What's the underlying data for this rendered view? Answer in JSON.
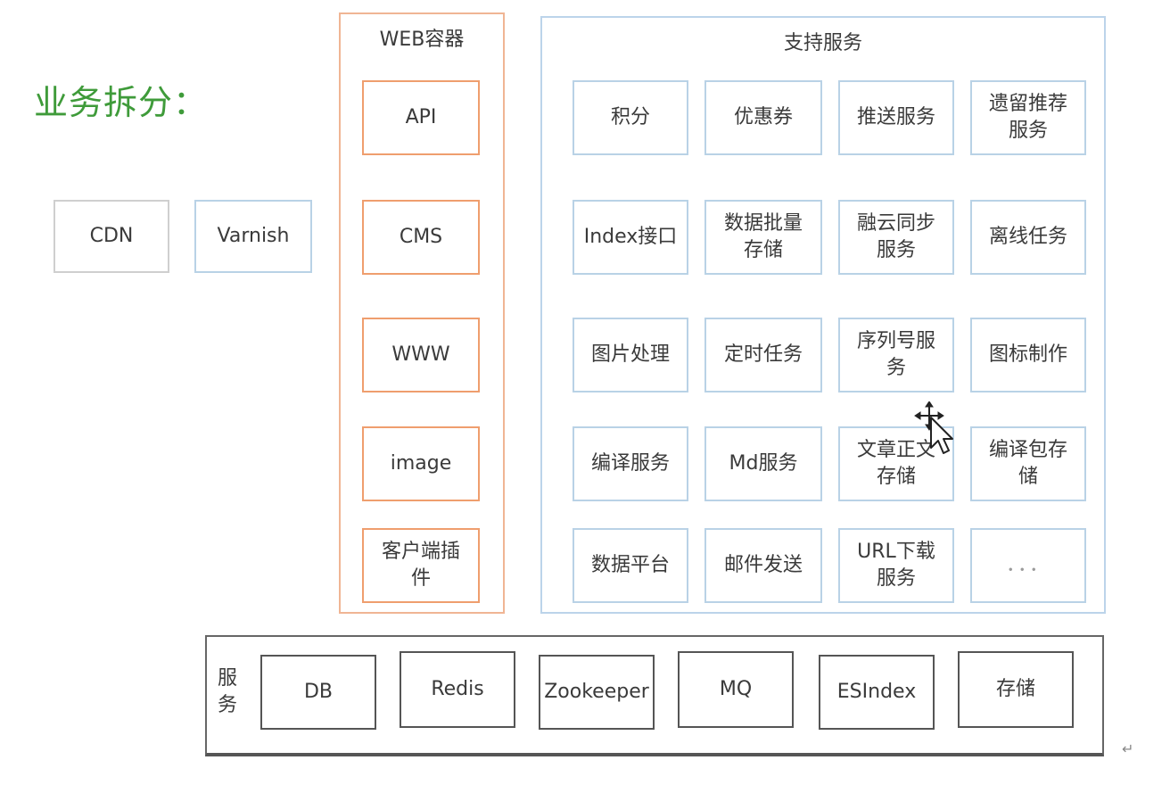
{
  "title": "业务拆分：",
  "front": {
    "cdn": "CDN",
    "varnish": "Varnish"
  },
  "web_container": {
    "title": "WEB容器",
    "items": [
      "API",
      "CMS",
      "WWW",
      "image",
      "客户端插\n件"
    ]
  },
  "support_services": {
    "title": "支持服务",
    "items": [
      "积分",
      "优惠券",
      "推送服务",
      "遗留推荐\n服务",
      "Index接口",
      "数据批量\n存储",
      "融云同步\n服务",
      "离线任务",
      "图片处理",
      "定时任务",
      "序列号服\n务",
      "图标制作",
      "编译服务",
      "Md服务",
      "文章正文\n存储",
      "编译包存\n储",
      "数据平台",
      "邮件发送",
      "URL下载\n服务",
      "．．．"
    ]
  },
  "base_services": {
    "label": "服\n务",
    "items": [
      "DB",
      "Redis",
      "Zookeeper",
      "MQ",
      "ESIndex",
      "存储"
    ]
  },
  "return_mark": "↵",
  "colors": {
    "title_green": "#3f9b3a",
    "web_border": "#ef9e6e",
    "support_border": "#b9d2e6",
    "service_border": "#555555"
  }
}
